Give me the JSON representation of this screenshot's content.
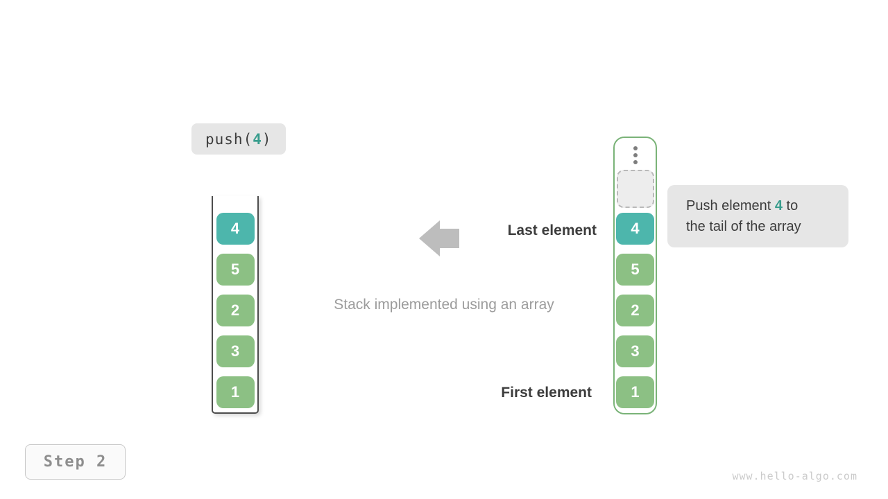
{
  "colors": {
    "teal": "#4db6ac",
    "teal-text": "#389d8d",
    "green": "#8cc084",
    "green-border": "#7ab378",
    "bubble-bg": "#e6e6e6",
    "dark-text": "#3c3c3c",
    "gray-text": "#9c9c9c",
    "arrow-gray": "#bdbdbd"
  },
  "push_label": {
    "pre": "push(",
    "value": "4",
    "post": ")"
  },
  "left_stack": {
    "cells": [
      {
        "value": "4",
        "highlight": true
      },
      {
        "value": "5",
        "highlight": false
      },
      {
        "value": "2",
        "highlight": false
      },
      {
        "value": "3",
        "highlight": false
      },
      {
        "value": "1",
        "highlight": false
      }
    ]
  },
  "right_stack": {
    "cells": [
      {
        "value": "4",
        "highlight": true
      },
      {
        "value": "5",
        "highlight": false
      },
      {
        "value": "2",
        "highlight": false
      },
      {
        "value": "3",
        "highlight": false
      },
      {
        "value": "1",
        "highlight": false
      }
    ]
  },
  "labels": {
    "last_element": "Last element",
    "first_element": "First element",
    "caption": "Stack implemented using an array"
  },
  "bubble": {
    "pre": "Push element ",
    "value": "4",
    "post": " to",
    "line2": "the tail of the array"
  },
  "step_badge": "Step 2",
  "watermark": "www.hello-algo.com"
}
